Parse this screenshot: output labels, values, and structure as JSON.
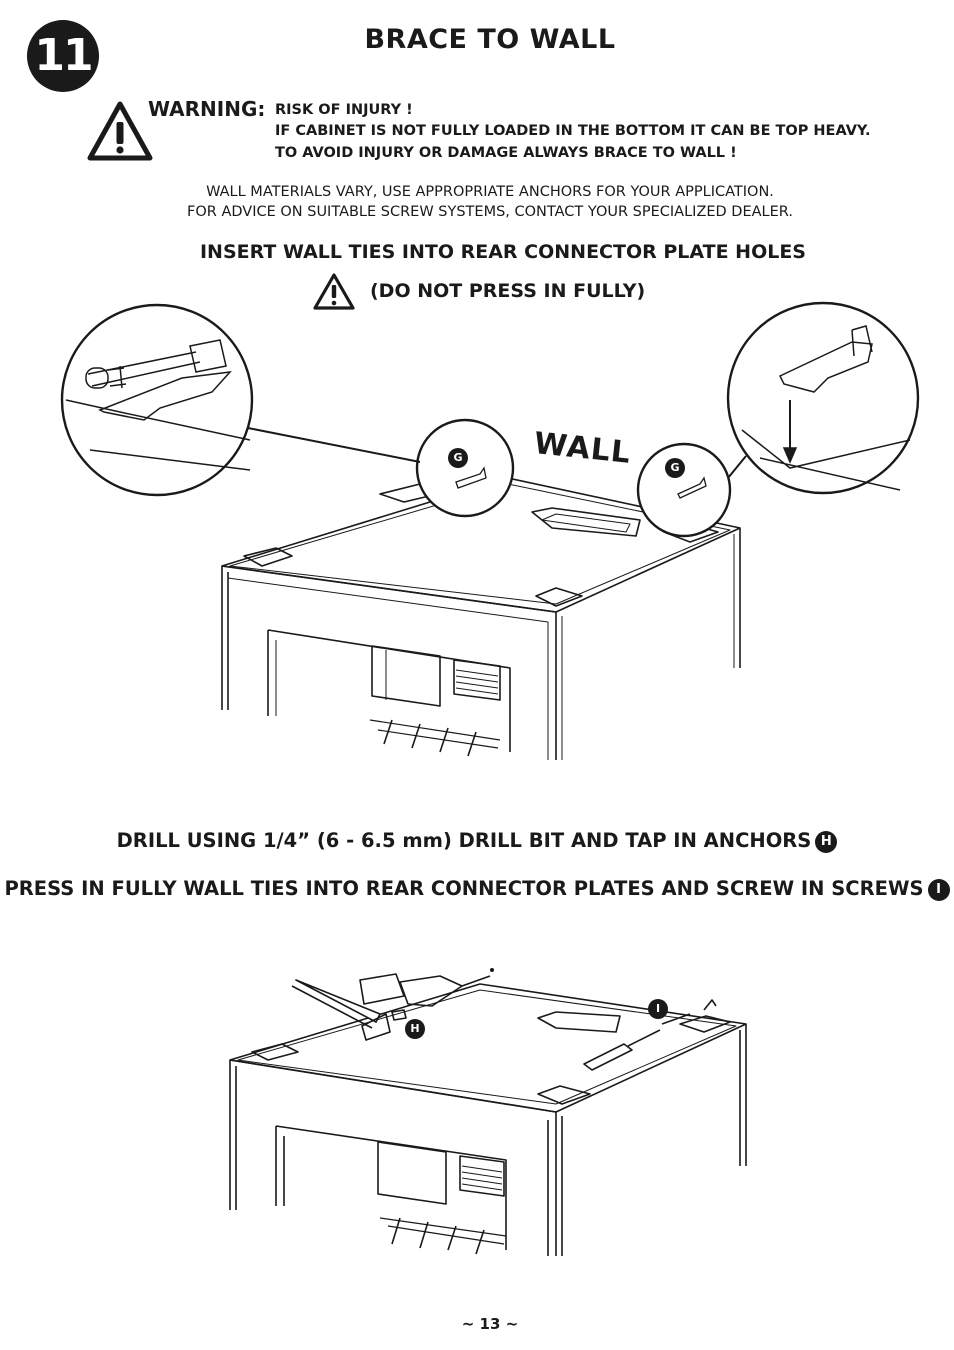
{
  "step": {
    "number": "11",
    "title": "BRACE TO WALL"
  },
  "warning": {
    "label": "WARNING:",
    "lines": [
      "RISK OF INJURY !",
      "IF CABINET IS NOT FULLY LOADED IN THE BOTTOM IT CAN BE TOP HEAVY.",
      "TO AVOID INJURY OR DAMAGE ALWAYS BRACE TO WALL !"
    ]
  },
  "note": {
    "lines": [
      "WALL MATERIALS VARY, USE APPROPRIATE ANCHORS FOR YOUR APPLICATION.",
      "FOR ADVICE ON SUITABLE SCREW SYSTEMS, CONTACT YOUR SPECIALIZED DEALER."
    ]
  },
  "instruction1": {
    "heading": "INSERT WALL TIES INTO REAR CONNECTOR PLATE HOLES",
    "caution": "(DO NOT PRESS IN FULLY)"
  },
  "figure1": {
    "wall_label": "WALL",
    "part_label_left": "G",
    "part_label_right": "G"
  },
  "instruction2": {
    "drill_text": "DRILL USING 1/4” (6 - 6.5 mm) DRILL BIT AND TAP IN ANCHORS",
    "drill_part": "H",
    "press_text": "PRESS IN FULLY WALL TIES INTO REAR CONNECTOR PLATES AND SCREW IN SCREWS",
    "press_part": "I"
  },
  "figure2": {
    "part_label_h": "H",
    "part_label_i": "I"
  },
  "footer": {
    "page_number": "~ 13 ~"
  }
}
